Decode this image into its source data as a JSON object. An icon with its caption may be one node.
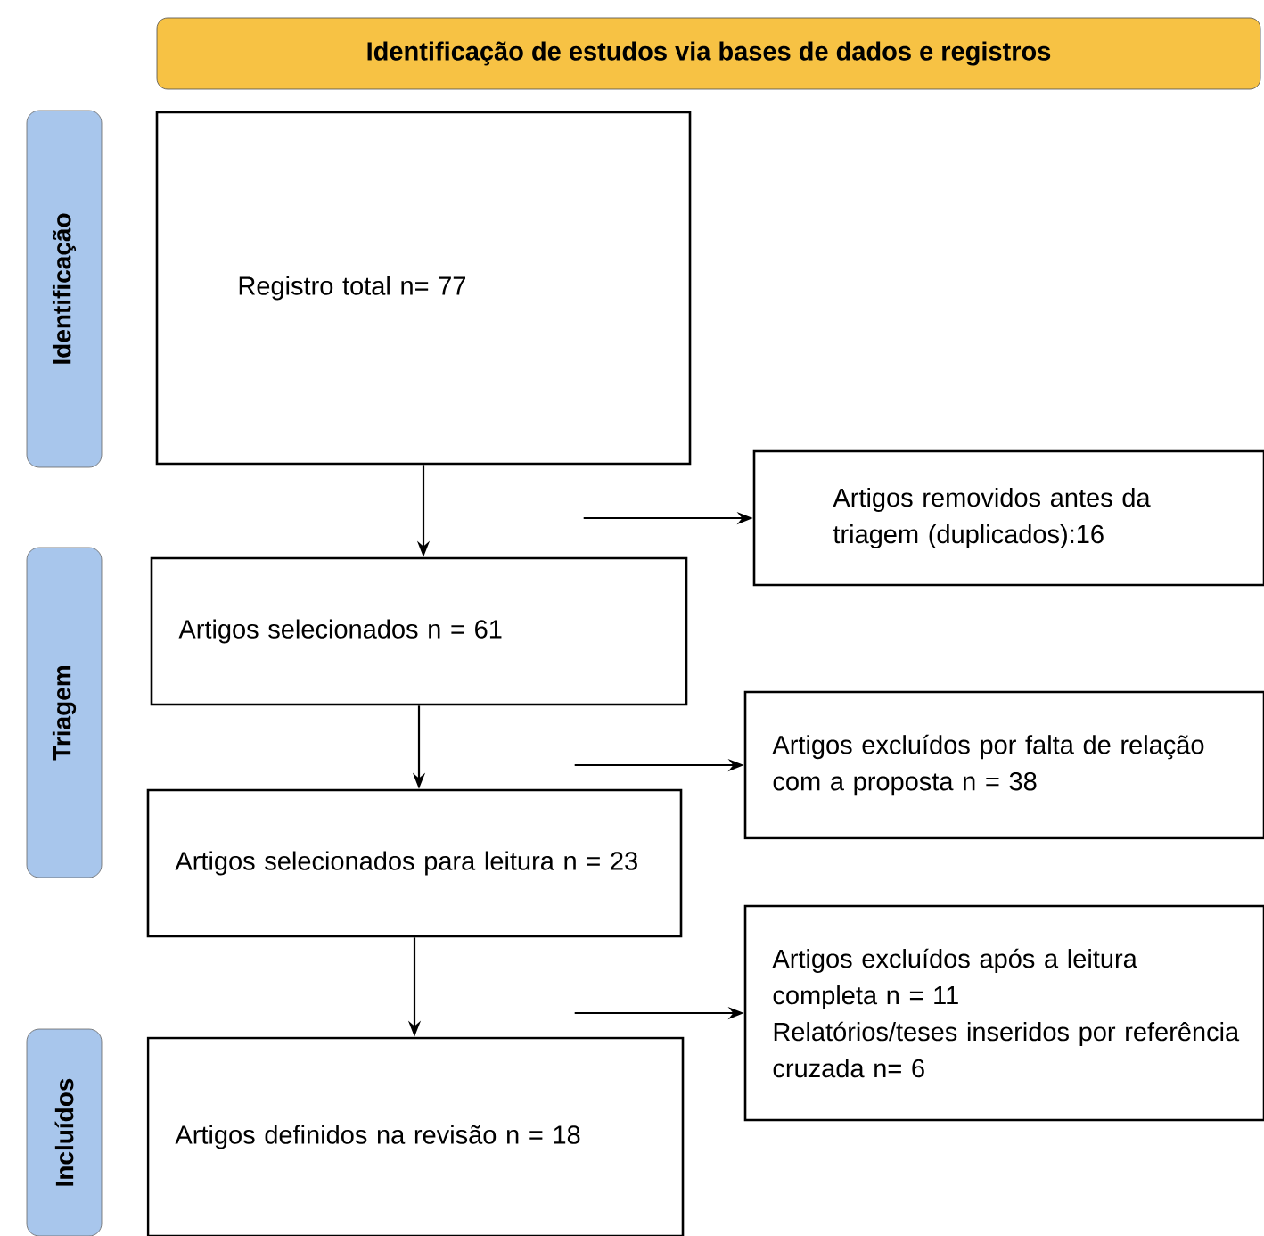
{
  "diagram": {
    "nodes": [
      {
        "text": [
          "Identificação de estudos via bases de dados e registros"
        ]
      },
      {
        "text": [
          "Identificação"
        ]
      },
      {
        "text": [
          "Registro total n= 77"
        ]
      },
      {
        "text": [
          "Artigos removidos antes da triagem (duplicados):16"
        ]
      },
      {
        "text": [
          "Triagem"
        ]
      },
      {
        "text": [
          "Artigos selecionados n = 61"
        ]
      },
      {
        "text": [
          "Artigos excluídos por falta de relação com a proposta n = 38"
        ]
      },
      {
        "text": [
          "Artigos selecionados para leitura n = 23"
        ]
      },
      {
        "text": [
          "Artigos excluídos após a leitura completa n = 11",
          "Relatórios/teses inseridos por referência cruzada n= 6"
        ]
      },
      {
        "text": [
          "Incluídos"
        ]
      },
      {
        "text": [
          "Artigos definidos na revisão n = 18"
        ]
      }
    ],
    "edges": [
      {
        "from": 2,
        "to": 5,
        "arrow": "to"
      },
      {
        "from": null,
        "to": 3,
        "arrow": "to"
      },
      {
        "from": 5,
        "to": 7,
        "arrow": "to"
      },
      {
        "from": null,
        "to": 6,
        "arrow": "to"
      },
      {
        "from": 7,
        "to": 10,
        "arrow": "to"
      },
      {
        "from": null,
        "to": 8,
        "arrow": "to"
      }
    ]
  }
}
